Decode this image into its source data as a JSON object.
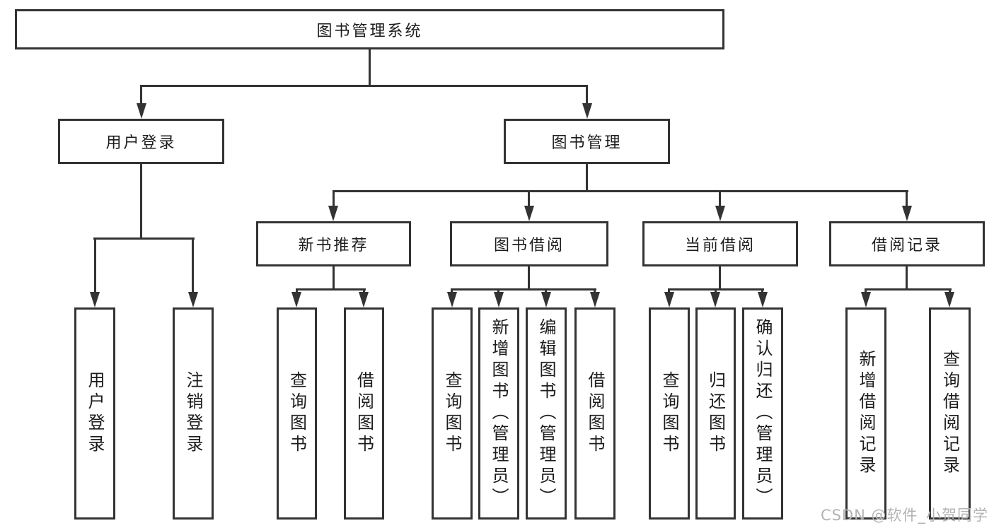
{
  "colors": {
    "line": "#333333",
    "border": "#333333",
    "text": "#1c1c1c",
    "watermark": "#b3b3b3",
    "background": "#ffffff"
  },
  "watermark": {
    "text": "CSDN @软件_小贺同学"
  },
  "tree": {
    "root": {
      "label": "图书管理系统",
      "children": [
        {
          "label": "用户登录",
          "children": [
            {
              "label": "用户登录"
            },
            {
              "label": "注销登录"
            }
          ]
        },
        {
          "label": "图书管理",
          "children": [
            {
              "label": "新书推荐",
              "children": [
                {
                  "label": "查询图书"
                },
                {
                  "label": "借阅图书"
                }
              ]
            },
            {
              "label": "图书借阅",
              "children": [
                {
                  "label": "查询图书"
                },
                {
                  "label": "新增图书（管理员）"
                },
                {
                  "label": "编辑图书（管理员）"
                },
                {
                  "label": "借阅图书"
                }
              ]
            },
            {
              "label": "当前借阅",
              "children": [
                {
                  "label": "查询图书"
                },
                {
                  "label": "归还图书"
                },
                {
                  "label": "确认归还（管理员）"
                }
              ]
            },
            {
              "label": "借阅记录",
              "children": [
                {
                  "label": "新增借阅记录"
                },
                {
                  "label": "查询借阅记录"
                }
              ]
            }
          ]
        }
      ]
    }
  }
}
